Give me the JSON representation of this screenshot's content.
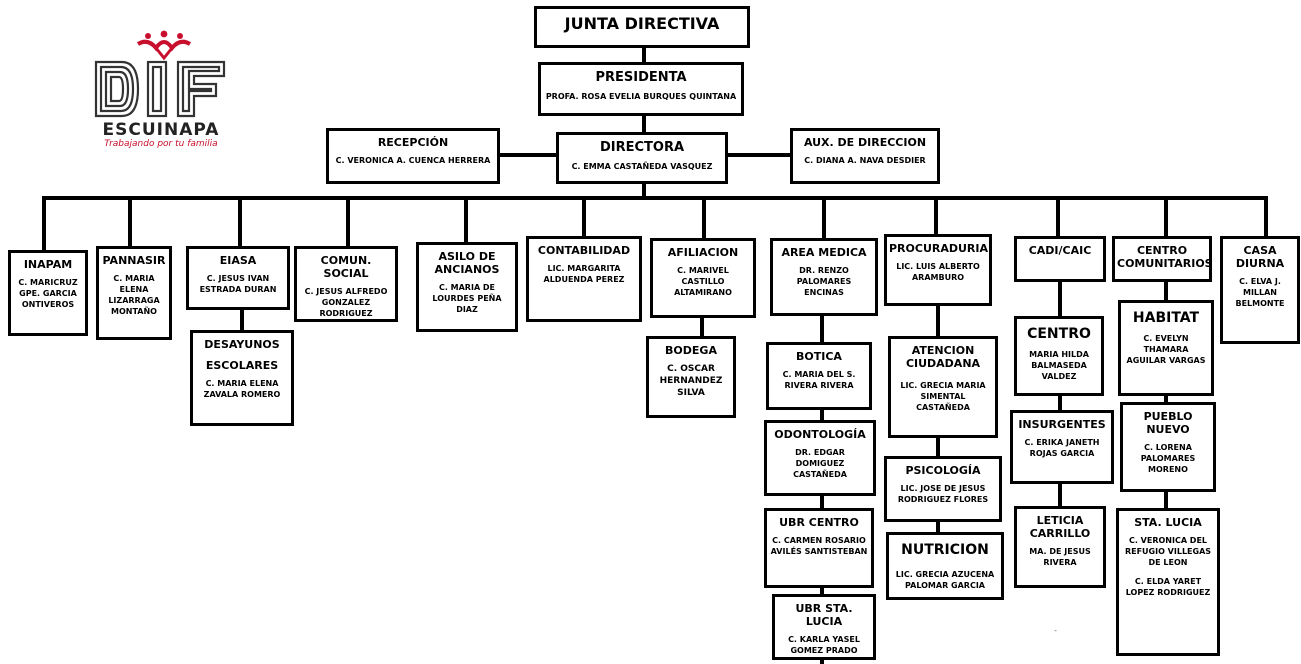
{
  "logo": {
    "name": "ESCUINAPA",
    "tagline": "Trabajando por tu familia",
    "brand_color": "#c8102e"
  },
  "header": {
    "title": "JUNTA DIRECTIVA"
  },
  "presidenta": {
    "title": "PRESIDENTA",
    "name": "PROFA. ROSA EVELIA BURQUES QUINTANA"
  },
  "recepcion": {
    "title": "RECEPCIÓN",
    "name": "C. VERONICA A. CUENCA HERRERA"
  },
  "directora": {
    "title": "DIRECTORA",
    "name": "C. EMMA CASTAÑEDA VASQUEZ"
  },
  "aux": {
    "title": "AUX. DE DIRECCION",
    "name": "C. DIANA A. NAVA DESDIER"
  },
  "departments": [
    {
      "title": "INAPAM",
      "name": "C. MARICRUZ GPE. GARCIA ONTIVEROS"
    },
    {
      "title": "PANNASIR",
      "name": "C. MARIA ELENA LIZARRAGA MONTAÑO"
    },
    {
      "title": "EIASA",
      "name": "C. JESUS IVAN ESTRADA DURAN"
    },
    {
      "title": "COMUN. SOCIAL",
      "name": "C. JESUS ALFREDO GONZALEZ RODRIGUEZ"
    },
    {
      "title": "ASILO DE ANCIANOS",
      "name": "C. MARIA DE LOURDES PEÑA DIAZ"
    },
    {
      "title": "CONTABILIDAD",
      "name": "LIC. MARGARITA ALDUENDA PEREZ"
    },
    {
      "title": "AFILIACION",
      "name": "C. MARIVEL CASTILLO ALTAMIRANO"
    },
    {
      "title": "AREA MEDICA",
      "name": "DR. RENZO PALOMARES ENCINAS"
    },
    {
      "title": "PROCURADURIA",
      "name": "LIC. LUIS ALBERTO ARAMBURO"
    },
    {
      "title": "CADI/CAIC",
      "name": ""
    },
    {
      "title": "CENTRO COMUNITARIOS",
      "name": ""
    },
    {
      "title": "CASA DIURNA",
      "name": "C. ELVA J. MILLAN BELMONTE"
    }
  ],
  "sub": {
    "desayunos": {
      "title1": "DESAYUNOS",
      "title2": "ESCOLARES",
      "name": "C. MARIA ELENA ZAVALA ROMERO"
    },
    "bodega": {
      "title": "BODEGA",
      "name": "C. OSCAR HERNANDEZ SILVA"
    },
    "botica": {
      "title": "BOTICA",
      "name": "C. MARIA DEL S. RIVERA RIVERA"
    },
    "odontologia": {
      "title": "ODONTOLOGÍA",
      "name": "DR. EDGAR DOMIGUEZ CASTAÑEDA"
    },
    "ubr_centro": {
      "title": "UBR CENTRO",
      "name": "C. CARMEN ROSARIO AVILÉS SANTISTEBAN"
    },
    "ubr_sta_lucia": {
      "title": "UBR STA. LUCIA",
      "name": "C. KARLA YASEL GOMEZ PRADO"
    },
    "atencion": {
      "title": "ATENCION CIUDADANA",
      "name": "LIC. GRECIA MARIA SIMENTAL CASTAÑEDA"
    },
    "psicologia": {
      "title": "PSICOLOGÍA",
      "name": "LIC. JOSE DE JESUS RODRIGUEZ FLORES"
    },
    "nutricion": {
      "title": "NUTRICION",
      "name": "LIC. GRECIA AZUCENA PALOMAR GARCIA"
    },
    "centro": {
      "title": "CENTRO",
      "name": "MARIA HILDA BALMASEDA VALDEZ"
    },
    "insurgentes": {
      "title": "INSURGENTES",
      "name": "C. ERIKA JANETH ROJAS GARCIA"
    },
    "leticia": {
      "title": "LETICIA CARRILLO",
      "name": "MA. DE JESUS RIVERA"
    },
    "habitat": {
      "title": "HABITAT",
      "name": "C. EVELYN THAMARA AGUILAR VARGAS"
    },
    "pueblo": {
      "title": "PUEBLO NUEVO",
      "name": "C. LORENA PALOMARES MORENO"
    },
    "sta_lucia": {
      "title": "STA. LUCIA",
      "name": "C. VERONICA DEL REFUGIO VILLEGAS DE LEON",
      "name2": "C. ELDA YARET LOPEZ RODRIGUEZ"
    }
  },
  "footnote": "-"
}
